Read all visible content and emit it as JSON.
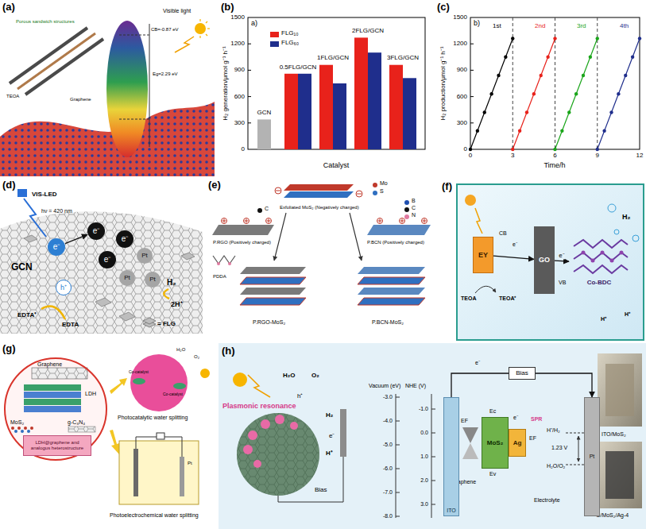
{
  "diagram": {
    "nodes": [
      {
        "text": [
          "e⁻"
        ]
      },
      {
        "text": [
          "e⁻"
        ]
      },
      {
        "text": [
          "e⁻"
        ]
      },
      {
        "text": [
          "e⁻"
        ]
      },
      {
        "text": [
          "Pt"
        ]
      },
      {
        "text": [
          "Pt"
        ]
      },
      {
        "text": [
          "Pt"
        ]
      },
      {
        "text": [
          "h⁺"
        ]
      },
      {
        "text": [
          "EY"
        ]
      },
      {
        "text": [
          "GO"
        ]
      },
      {
        "text": [
          "Co-BDC"
        ]
      },
      {
        "text": [
          "Graphene",
          "LDH",
          "MoS₂",
          "g-C₃N₄"
        ]
      },
      {
        "text": [
          "LDH@graphene and analogus heterostructure"
        ],
        "in": 11
      },
      {
        "text": [
          "Bias"
        ]
      },
      {
        "text": [
          "ITO"
        ]
      },
      {
        "text": [
          "MoS₂"
        ]
      },
      {
        "text": [
          "Ag"
        ]
      },
      {
        "text": [
          "Pt"
        ]
      }
    ],
    "edges": [
      {
        "from": 0,
        "to": 1,
        "arrow": "to"
      },
      {
        "from": 8,
        "to": 9,
        "arrow": "to"
      },
      {
        "from": 9,
        "to": 10,
        "label": "e⁻",
        "arrow": "to"
      },
      {
        "from": 14,
        "to": 13,
        "arrow": "none"
      },
      {
        "from": 13,
        "to": 17,
        "arrow": "to"
      }
    ],
    "labels": [
      "(a)",
      "(b)",
      "(c)",
      "(d)",
      "(e)",
      "(f)",
      "(g)",
      "(h)",
      "Porous sandwich structures",
      "Visible light",
      "CB=-0.87 eV",
      "Eg=2.29 eV",
      "TEOA",
      "Graphene",
      "a)",
      "GCN",
      "0.5FLG/GCN",
      "1FLG/GCN",
      "2FLG/GCN",
      "3FLG/GCN",
      "Catalyst",
      "H₂ generation/μmol g⁻¹ h⁻¹",
      "0",
      "300",
      "600",
      "900",
      "1200",
      "1500",
      "b)",
      "1st",
      "2nd",
      "3rd",
      "4th",
      "Time/h",
      "H₂ production/μmol g⁻¹ h⁻¹",
      "0",
      "300",
      "600",
      "900",
      "1200",
      "1500",
      "0",
      "3",
      "6",
      "9",
      "12",
      "VIS-LED",
      "hν = 420 nm",
      "GCN",
      "H₂",
      "2H⁺",
      "EDTA⁺",
      "EDTA",
      "Exfoliated MoS₂ (Negatively charged)",
      "P.RGO (Positively charged)",
      "P.BCN (Positively charged)",
      "PDDA",
      "P.RGO-MoS₂",
      "P.BCN-MoS₂",
      "CB",
      "VB",
      "TEOA",
      "TEOA⁺",
      "H₂",
      "H⁺",
      "H⁺",
      "e⁻",
      "Photocatalytic water splitting",
      "Photoelectrochemical water splitting",
      "Co-catalyst",
      "Co-catalyst",
      "H₂O",
      "O₂",
      "Pt",
      "Plasmonic resonance",
      "H₂O",
      "O₂",
      "h⁺",
      "H₂",
      "e⁻",
      "H⁺",
      "Bias",
      "Vacuum (eV)",
      "-3.0",
      "-4.0",
      "-5.0",
      "-6.0",
      "-7.0",
      "-8.0",
      "NHE (V)",
      "-1.0",
      "0.0",
      "1.0",
      "2.0",
      "3.0",
      "Graphene",
      "Ec",
      "Ev",
      "EF",
      "EF",
      "SPR",
      "H⁺/H₂",
      "1.23 V",
      "H₂O/O₂",
      "Electrolyte",
      "e⁻",
      "e⁻",
      "ITO/MoS₂",
      "G/MoS₂/Ag-4"
    ],
    "legend": [
      {
        "text": "FLG₁₀",
        "color": "#e8221b"
      },
      {
        "text": "FLG₆₀",
        "color": "#1f2e8c"
      },
      {
        "text": "C",
        "color": "#111111"
      },
      {
        "text": "Mo",
        "color": "#c0392b"
      },
      {
        "text": "S",
        "color": "#2f6fc0"
      },
      {
        "text": "B",
        "color": "#1f4fb0"
      },
      {
        "text": "C",
        "color": "#111111"
      },
      {
        "text": "N",
        "color": "#e07aa0"
      },
      {
        "text": "= FLG"
      }
    ]
  }
}
